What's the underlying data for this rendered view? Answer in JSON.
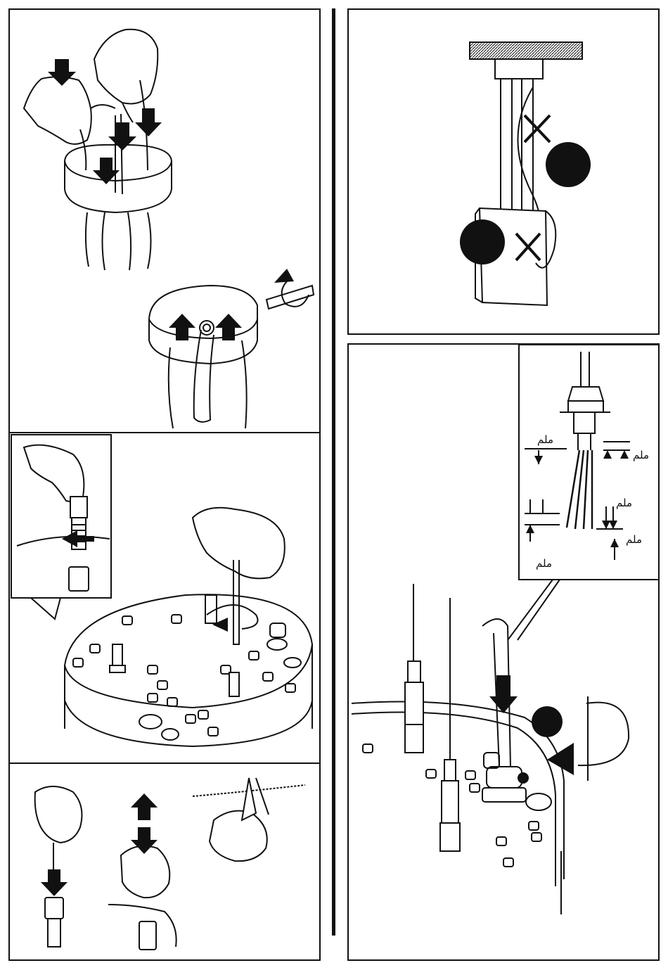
{
  "colors": {
    "ink": "#111111",
    "paper": "#ffffff"
  },
  "detail_panel": {
    "unit_labels": [
      "ملم",
      "ملم",
      "ملم",
      "ملم",
      "ملم"
    ],
    "unit_label_bottom": "ملم"
  },
  "icons": {
    "push_arrow": "arrow-down-icon",
    "rotate_arrow": "rotate-arrow-icon",
    "forbidden_mark": "x-mark-icon",
    "status_dot": "filled-circle-icon"
  }
}
